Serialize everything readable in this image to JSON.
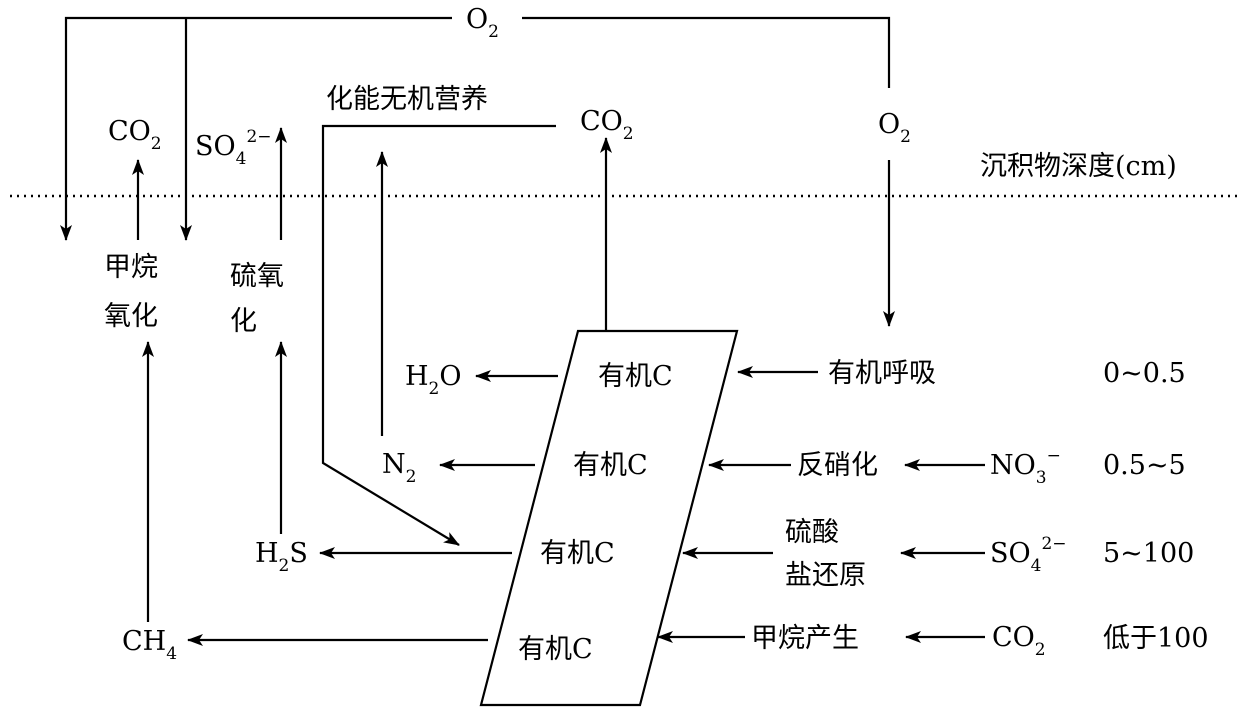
{
  "labels": {
    "o2_top": "O",
    "o2_top_sub": "2",
    "o2_right": "O",
    "o2_right_sub": "2",
    "co2_left": "CO",
    "co2_left_sub": "2",
    "so4_top": "SO",
    "so4_top_sub": "4",
    "so4_top_sup": "2−",
    "chemo": "化能无机营养",
    "co2_center": "CO",
    "co2_center_sub": "2",
    "depth_title": "沉积物深度(cm)",
    "methane_ox_1": "甲烷",
    "methane_ox_2": "氧化",
    "sulfur_ox_1": "硫氧",
    "sulfur_ox_2": "化",
    "h2o": "H",
    "h2o_sub": "2",
    "h2o_end": "O",
    "n2": "N",
    "n2_sub": "2",
    "h2s": "H",
    "h2s_sub": "2",
    "h2s_end": "S",
    "ch4": "CH",
    "ch4_sub": "4",
    "organic_1": "有机C",
    "organic_2": "有机C",
    "organic_3": "有机C",
    "organic_4": "有机C",
    "organic_resp": "有机呼吸",
    "denitrification": "反硝化",
    "sulfate_red_1": "硫酸",
    "sulfate_red_2": "盐还原",
    "methanogenesis": "甲烷产生",
    "no3": "NO",
    "no3_sub": "3",
    "no3_sup": "−",
    "so4_right": "SO",
    "so4_right_sub": "4",
    "so4_right_sup": "2−",
    "co2_right": "CO",
    "co2_right_sub": "2",
    "depth_1": "0~0.5",
    "depth_2": "0.5~5",
    "depth_3": "5~100",
    "depth_4": "低于100"
  }
}
